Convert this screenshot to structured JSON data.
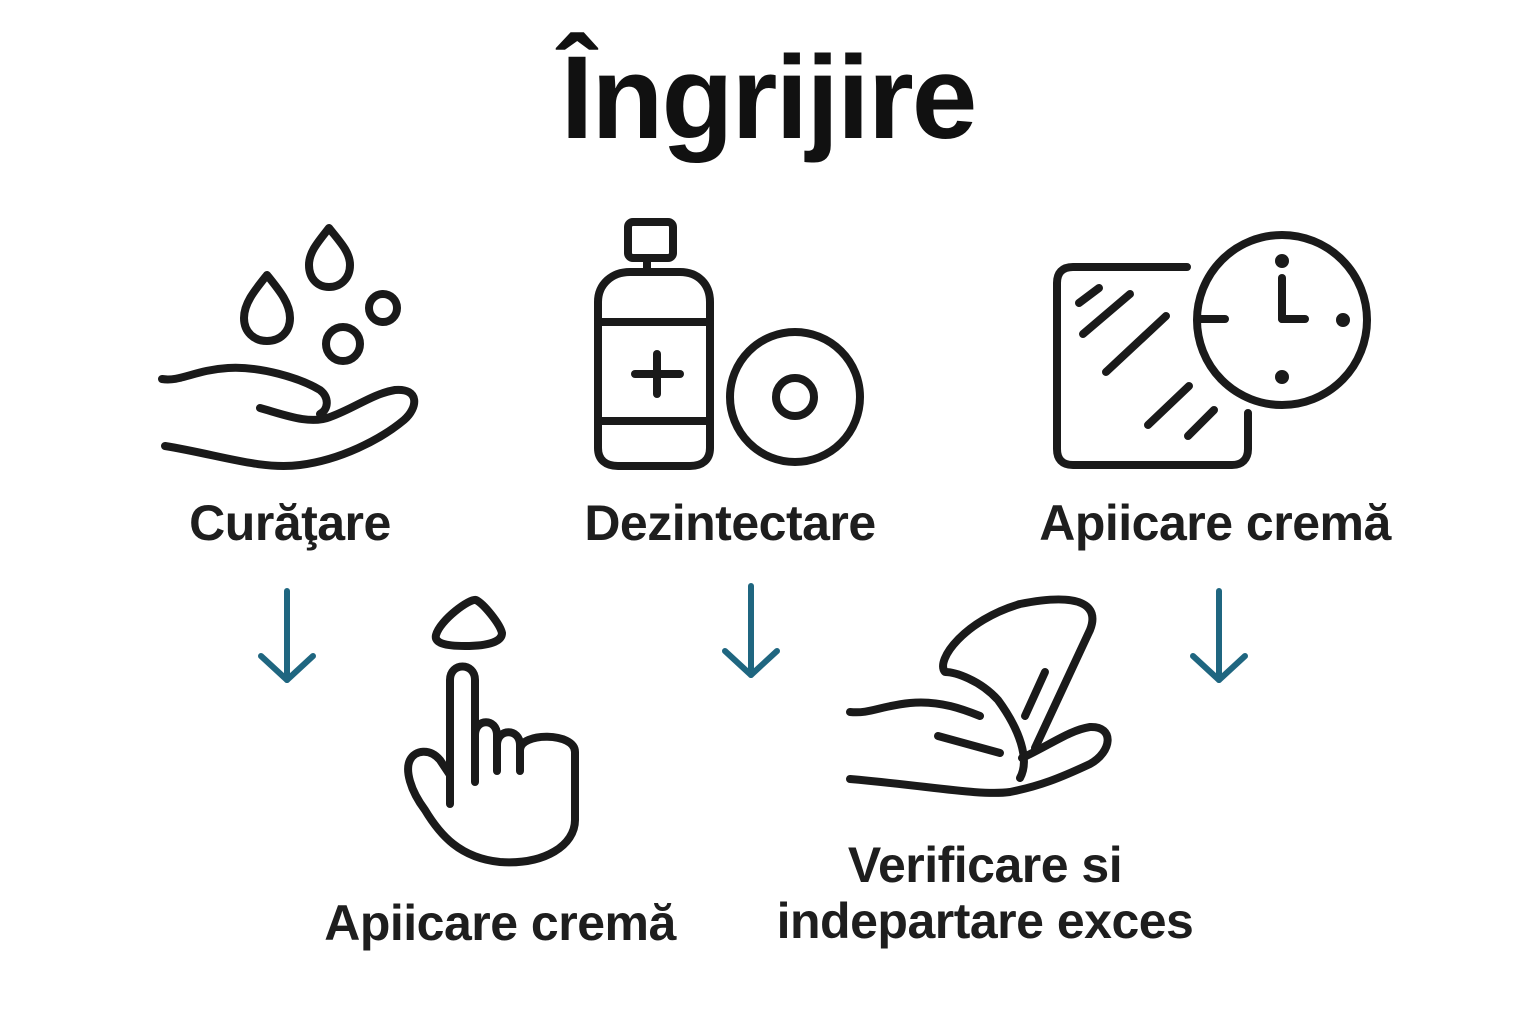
{
  "title": "Îngrijire",
  "colors": {
    "stroke": "#1a1a1a",
    "arrow": "#1f6680",
    "background": "#ffffff"
  },
  "steps": [
    {
      "label": "Curăţare",
      "icon": "hand-water-drops-icon"
    },
    {
      "label": "Dezintectare",
      "icon": "disinfectant-bottle-cotton-pad-icon"
    },
    {
      "label": "Apiicare cremă",
      "icon": "mirror-clock-icon"
    },
    {
      "label": "Apiicare cremă",
      "icon": "finger-cream-drop-icon"
    },
    {
      "label_lines": [
        "Verificare si",
        "indepartare exces"
      ],
      "icon": "hand-lifting-film-icon"
    }
  ],
  "arrows": [
    {
      "icon": "arrow-down-icon",
      "direction": "down"
    },
    {
      "icon": "arrow-down-icon",
      "direction": "down"
    },
    {
      "icon": "arrow-down-icon",
      "direction": "down"
    }
  ]
}
